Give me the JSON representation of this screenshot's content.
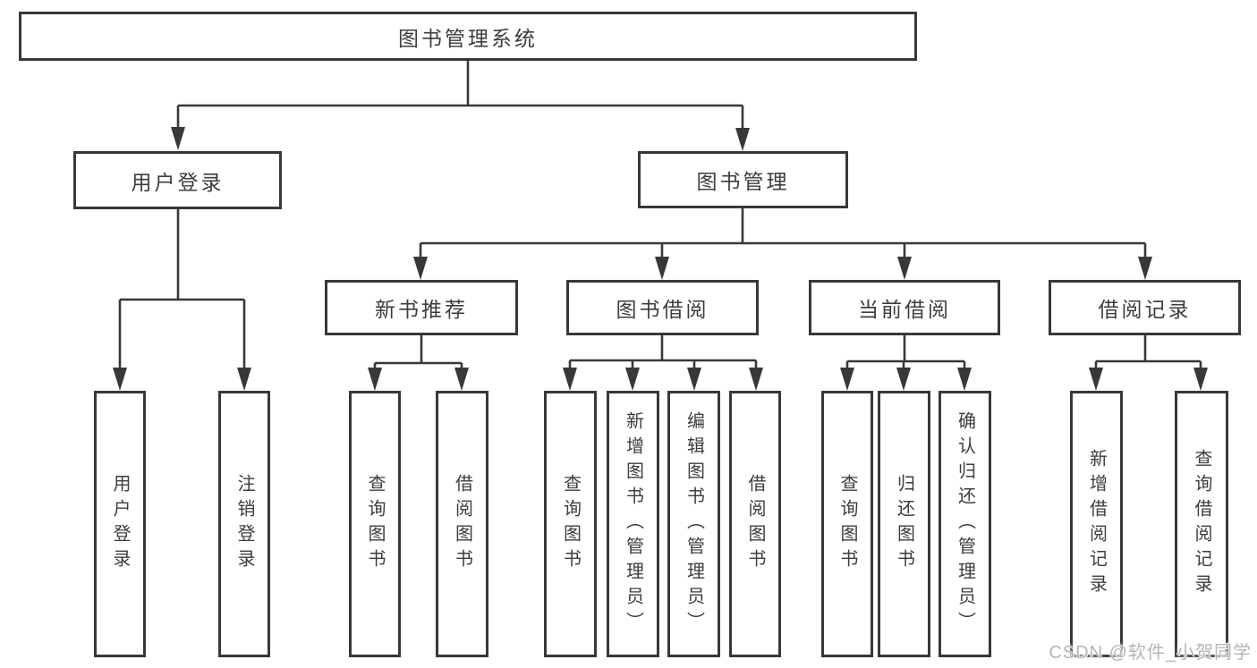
{
  "diagram": {
    "root": {
      "label": "图书管理系统"
    },
    "branches": [
      {
        "label": "用户登录",
        "children": [
          {
            "label": "用户登录"
          },
          {
            "label": "注销登录"
          }
        ]
      },
      {
        "label": "图书管理",
        "children": [
          {
            "label": "新书推荐",
            "children": [
              {
                "label": "查询图书"
              },
              {
                "label": "借阅图书"
              }
            ]
          },
          {
            "label": "图书借阅",
            "children": [
              {
                "label": "查询图书"
              },
              {
                "label": "新增图书（管理员）"
              },
              {
                "label": "编辑图书（管理员）"
              },
              {
                "label": "借阅图书"
              }
            ]
          },
          {
            "label": "当前借阅",
            "children": [
              {
                "label": "查询图书"
              },
              {
                "label": "归还图书"
              },
              {
                "label": "确认归还（管理员）"
              }
            ]
          },
          {
            "label": "借阅记录",
            "children": [
              {
                "label": "新增借阅记录"
              },
              {
                "label": "查询借阅记录"
              }
            ]
          }
        ]
      }
    ]
  },
  "colors": {
    "border": "#383838",
    "line": "#383838",
    "text": "#3d3d3d",
    "background": "#ffffff",
    "watermark": "#b5b5b5"
  },
  "watermark": {
    "text": "CSDN @软件_小贺同学"
  }
}
